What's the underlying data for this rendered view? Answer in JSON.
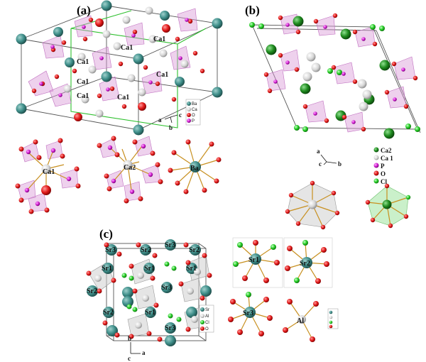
{
  "panels": {
    "a": {
      "label": "(a)",
      "atom_labels": [
        "Ca1",
        "Ca1",
        "Ca1",
        "Ca1",
        "Ca1",
        "Ca1",
        "Ca1"
      ],
      "legend": [
        {
          "label": "Ba",
          "color": "#3f8f8a"
        },
        {
          "label": "Ca",
          "color": "#d6d6d6"
        },
        {
          "label": "O",
          "color": "#e21a1a"
        },
        {
          "label": "P",
          "color": "#d21ed2"
        }
      ],
      "axes": {
        "a": "a",
        "b": "b",
        "c": "c"
      },
      "coordination_labels": [
        "Ca1",
        "Ca2",
        "Ba"
      ]
    },
    "b": {
      "label": "(b)",
      "legend": [
        {
          "label": "Ca2",
          "color": "#1e8a1e"
        },
        {
          "label": "Ca 1",
          "color": "#d6d6d6"
        },
        {
          "label": "P",
          "color": "#d21ed2"
        },
        {
          "label": "O",
          "color": "#e21a1a"
        },
        {
          "label": "Cl",
          "color": "#22cc22"
        }
      ],
      "axes": {
        "a": "a",
        "b": "b",
        "c": "c"
      }
    },
    "c": {
      "label": "(c)",
      "cell_labels": [
        "Sr3",
        "Sr2",
        "Sr3",
        "Sr2",
        "Sr1",
        "Sr1",
        "Sr1",
        "Sr2",
        "Sr3",
        "Sr2",
        "Sr3",
        "Sr1"
      ],
      "legend": [
        {
          "label": "Sr",
          "color": "#3f8f8a"
        },
        {
          "label": "Al",
          "color": "#d6d6d6"
        },
        {
          "label": "Cl",
          "color": "#22cc22"
        },
        {
          "label": "O",
          "color": "#e21a1a"
        }
      ],
      "axes": {
        "a": "a",
        "b": "b",
        "c": "c"
      },
      "coordination_labels": [
        "Sr1",
        "Sr2",
        "Sr3",
        "Al"
      ]
    }
  },
  "colors": {
    "ba_sr": "#3f8f8a",
    "ca": "#d6d6d6",
    "oxygen": "#e21a1a",
    "phosphorus": "#d21ed2",
    "calcium2": "#1e8a1e",
    "chlorine": "#22cc22",
    "bond": "#c89020"
  }
}
